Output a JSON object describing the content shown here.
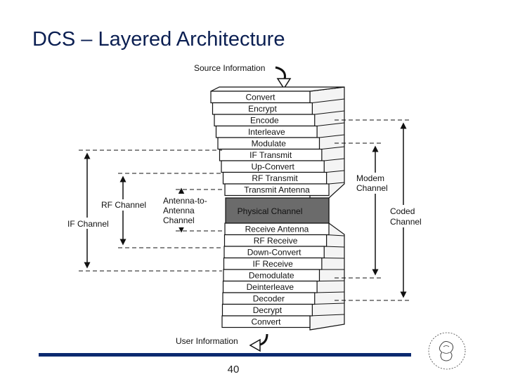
{
  "slide": {
    "title": "DCS – Layered Architecture",
    "page_number": "40"
  },
  "diagram": {
    "source_label": "Source Information",
    "user_label": "User Information",
    "transmit_layers": [
      "Convert",
      "Encrypt",
      "Encode",
      "Interleave",
      "Modulate",
      "IF Transmit",
      "Up-Convert",
      "RF Transmit",
      "Transmit Antenna"
    ],
    "physical_channel": "Physical Channel",
    "receive_layers": [
      "Receive Antenna",
      "RF Receive",
      "Down-Convert",
      "IF Receive",
      "Demodulate",
      "Deinterleave",
      "Decoder",
      "Decrypt",
      "Convert"
    ],
    "left_labels": {
      "if_channel": "IF Channel",
      "rf_channel": "RF Channel",
      "antenna_line1": "Antenna-to-",
      "antenna_line2": "Antenna",
      "antenna_line3": "Channel"
    },
    "right_labels": {
      "modem_line1": "Modem",
      "modem_line2": "Channel",
      "coded_line1": "Coded",
      "coded_line2": "Channel"
    }
  },
  "colors": {
    "title": "#0b1f52",
    "rule": "#0b2a6f",
    "physical_channel_fill": "#6b6b6b"
  },
  "seal": {
    "description_icon": "university-seal-icon"
  }
}
